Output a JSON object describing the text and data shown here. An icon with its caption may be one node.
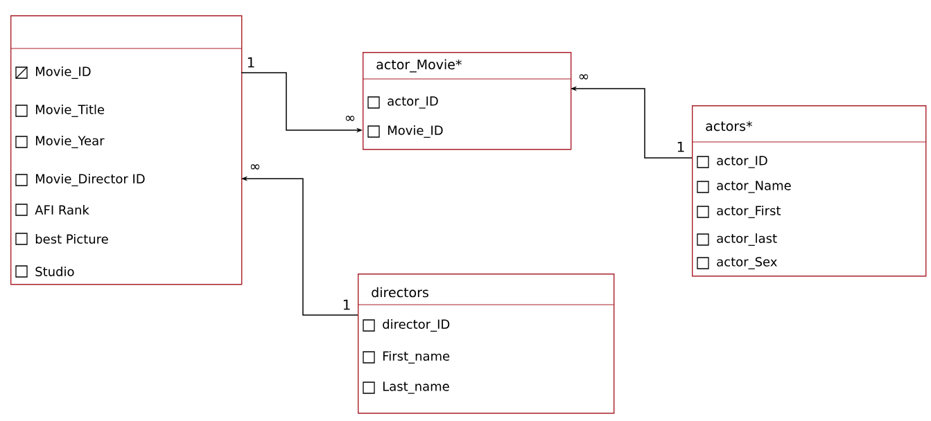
{
  "diagram": {
    "nodes": [
      {
        "text": [
          "Movie_ID",
          "Movie_Title",
          "Movie_Year",
          "Movie_Director ID",
          "AFI Rank",
          "best Picture",
          "Studio"
        ]
      },
      {
        "text": [
          "actor_Movie*",
          "actor_ID",
          "Movie_ID"
        ]
      },
      {
        "text": [
          "actors*",
          "actor_ID",
          "actor_Name",
          "actor_First",
          "actor_last",
          "actor_Sex"
        ]
      },
      {
        "text": [
          "directors",
          "director_ID",
          "First_name",
          "Last_name"
        ]
      }
    ],
    "edges": [
      {
        "from": 0,
        "to": 1,
        "arrow": "to"
      },
      {
        "from": 2,
        "to": 1,
        "arrow": "to"
      },
      {
        "from": 3,
        "to": 0,
        "arrow": "to"
      }
    ],
    "labels": [
      "1",
      "∞",
      "∞",
      "1",
      "∞",
      "1"
    ]
  }
}
